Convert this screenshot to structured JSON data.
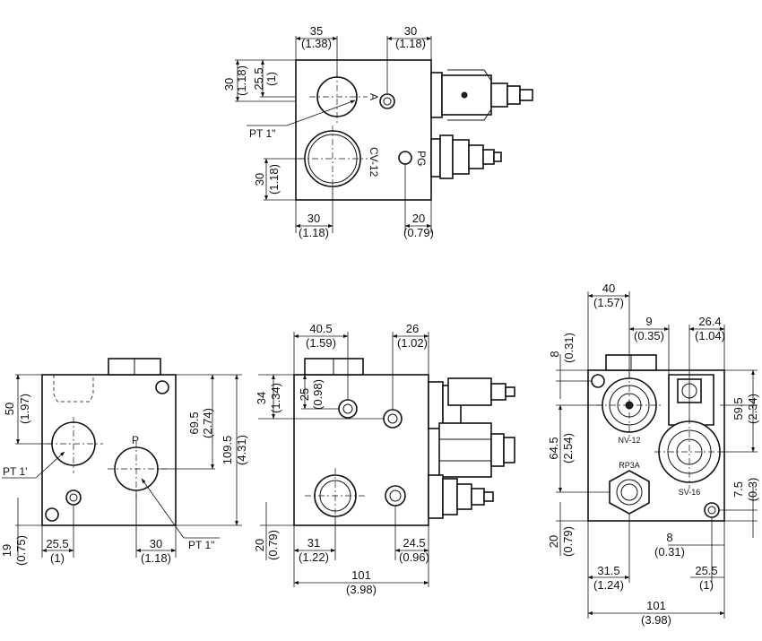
{
  "top_view": {
    "dims": [
      "35",
      "(1.38)",
      "30",
      "(1.18)",
      "30",
      "(1.18)",
      "25.5",
      "(1)",
      "30",
      "(1.18)",
      "30",
      "(1.18)",
      "20",
      "(0.79)"
    ],
    "port_label": "PT 1\"",
    "valve_label": "CV-12",
    "mark_a": "A",
    "mark_pg": "PG"
  },
  "left_view": {
    "dims": [
      "50",
      "(1.97)",
      "69.5",
      "(2.74)",
      "109.5",
      "(4.31)",
      "19",
      "(0.75)",
      "25.5",
      "(1)",
      "30",
      "(1.18)"
    ],
    "port_label_left": "PT 1'",
    "port_label_right": "PT 1\"",
    "mark_p": "P"
  },
  "middle_view": {
    "dims": [
      "40.5",
      "(1.59)",
      "26",
      "(1.02)",
      "34",
      "(1.34)",
      "25",
      "(0.98)",
      "20",
      "(0.79)",
      "31",
      "(1.22)",
      "24.5",
      "(0.96)",
      "101",
      "(3.98)"
    ]
  },
  "right_view": {
    "dims": [
      "40",
      "(1.57)",
      "9",
      "(0.35)",
      "26.4",
      "(1.04)",
      "8",
      "(0.31)",
      "59.5",
      "(2.34)",
      "64.5",
      "(2.54)",
      "7.5",
      "(0.3)",
      "20",
      "(0.79)",
      "8",
      "(0.31)",
      "31.5",
      "(1.24)",
      "25.5",
      "(1)",
      "101",
      "(3.98)"
    ],
    "label_nv": "NV-12",
    "label_rp": "RP3A",
    "label_sv": "SV-16"
  }
}
